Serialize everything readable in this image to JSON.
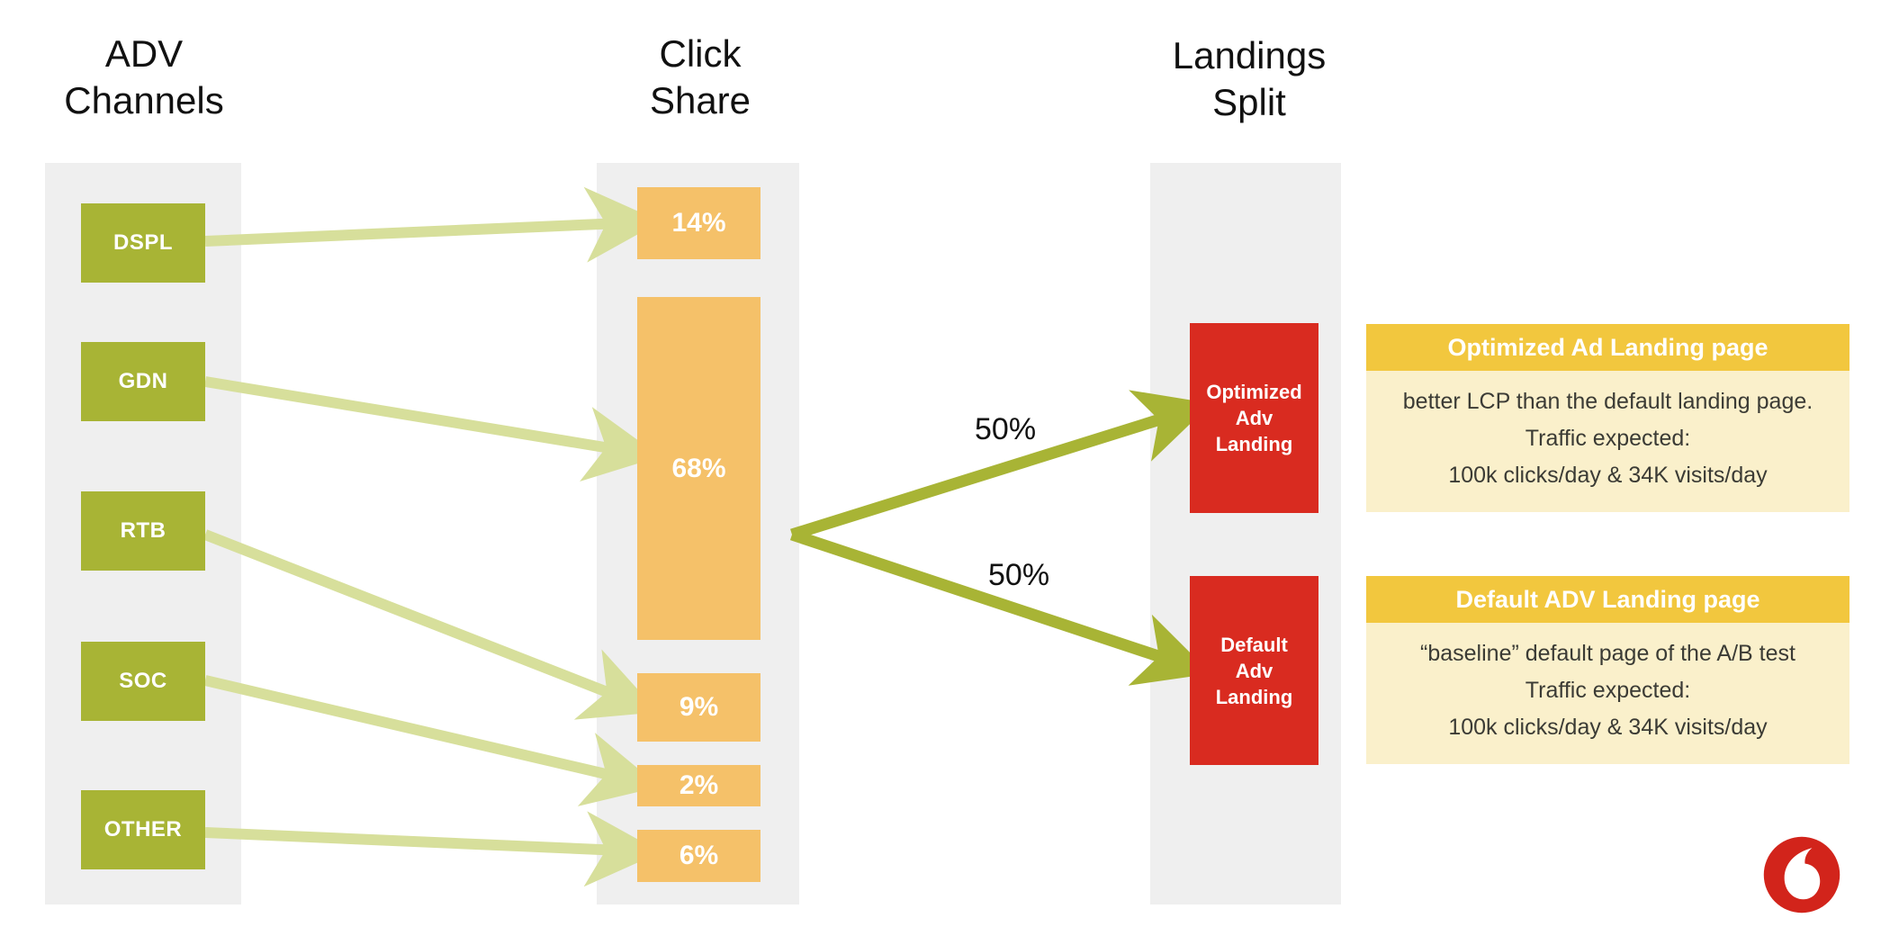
{
  "columns": {
    "channels_title": "ADV\nChannels",
    "click_title": "Click\nShare",
    "landings_title": "Landings\nSplit"
  },
  "adv_channels": [
    {
      "label": "DSPL"
    },
    {
      "label": "GDN"
    },
    {
      "label": "RTB"
    },
    {
      "label": "SOC"
    },
    {
      "label": "OTHER"
    }
  ],
  "click_share": [
    {
      "label": "14%"
    },
    {
      "label": "68%"
    },
    {
      "label": "9%"
    },
    {
      "label": "2%"
    },
    {
      "label": "6%"
    }
  ],
  "landing_split": {
    "top_percent": "50%",
    "bottom_percent": "50%",
    "boxes": [
      {
        "label": "Optimized\nAdv\nLanding"
      },
      {
        "label": "Default\nAdv\nLanding"
      }
    ]
  },
  "info_cards": [
    {
      "header": "Optimized Ad Landing page",
      "body": "better LCP than the default landing page.\nTraffic expected:\n100k clicks/day  & 34K visits/day"
    },
    {
      "header": "Default ADV Landing page",
      "body": "“baseline” default page of the A/B test\nTraffic expected:\n100k clicks/day  & 34K visits/day"
    }
  ],
  "branding": {
    "logo_name": "vodafone-logo"
  },
  "colors": {
    "band_gray": "#efefef",
    "channel_green": "#A8B435",
    "share_orange": "#F5C169",
    "landing_red": "#D92B20",
    "card_header_gold": "#F2C73E",
    "card_body_cream": "#FAF0CB",
    "light_arrow": "#D7DF9B",
    "bold_arrow": "#A8B435",
    "brand_red": "#D2241B"
  },
  "chart_data": {
    "type": "diagram",
    "title": "ADV Channels → Click Share → Landings Split",
    "stages": [
      "ADV Channels",
      "Click Share",
      "Landings Split"
    ],
    "categories": [
      "DSPL",
      "GDN",
      "RTB",
      "SOC",
      "OTHER"
    ],
    "values": [
      14,
      68,
      9,
      2,
      6
    ],
    "value_labels": [
      "14%",
      "68%",
      "9%",
      "2%",
      "6%"
    ],
    "unit": "percent of clicks",
    "flows": [
      {
        "from": "DSPL",
        "to": "14%",
        "value": 14
      },
      {
        "from": "GDN",
        "to": "68%",
        "value": 68
      },
      {
        "from": "RTB",
        "to": "9%",
        "value": 9
      },
      {
        "from": "SOC",
        "to": "2%",
        "value": 2
      },
      {
        "from": "OTHER",
        "to": "6%",
        "value": 6
      },
      {
        "from": "Click Share",
        "to": "Optimized Adv Landing",
        "value": 50,
        "label": "50%"
      },
      {
        "from": "Click Share",
        "to": "Default Adv Landing",
        "value": 50,
        "label": "50%"
      }
    ]
  }
}
